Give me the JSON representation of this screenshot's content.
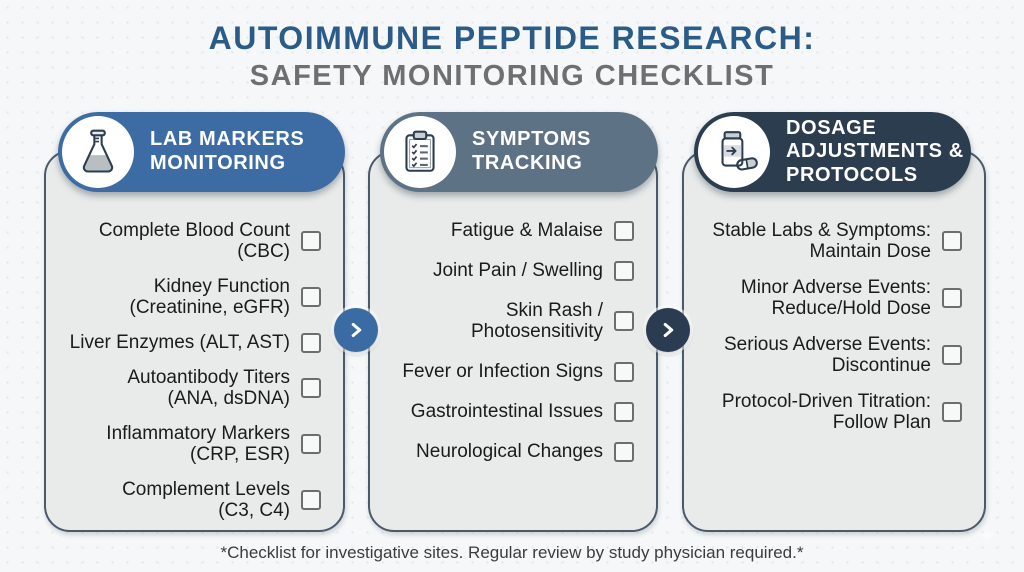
{
  "title": {
    "line1": "AUTOIMMUNE PEPTIDE RESEARCH:",
    "line2": "SAFETY MONITORING CHECKLIST"
  },
  "columns": [
    {
      "header": {
        "label": "LAB MARKERS MONITORING",
        "icon": "flask-icon",
        "color": "#3d6ca4"
      },
      "items": [
        {
          "line1": "Complete Blood Count (CBC)",
          "line2": ""
        },
        {
          "line1": "Kidney Function",
          "line2": "(Creatinine, eGFR)"
        },
        {
          "line1": "Liver Enzymes (ALT, AST)",
          "line2": ""
        },
        {
          "line1": "Autoantibody Titers",
          "line2": "(ANA, dsDNA)"
        },
        {
          "line1": "Inflammatory Markers",
          "line2": "(CRP, ESR)"
        },
        {
          "line1": "Complement Levels",
          "line2": "(C3, C4)"
        }
      ]
    },
    {
      "header": {
        "label": "SYMPTOMS TRACKING",
        "icon": "clipboard-icon",
        "color": "#5e7286"
      },
      "items": [
        {
          "line1": "Fatigue & Malaise",
          "line2": ""
        },
        {
          "line1": "Joint Pain / Swelling",
          "line2": ""
        },
        {
          "line1": "Skin Rash / Photosensitivity",
          "line2": ""
        },
        {
          "line1": "Fever or Infection Signs",
          "line2": ""
        },
        {
          "line1": "Gastrointestinal Issues",
          "line2": ""
        },
        {
          "line1": "Neurological Changes",
          "line2": ""
        }
      ]
    },
    {
      "header": {
        "label": "DOSAGE ADJUSTMENTS & PROTOCOLS",
        "icon": "pill-bottle-icon",
        "color": "#2c3d50"
      },
      "items": [
        {
          "line1": "Stable Labs & Symptoms:",
          "line2": "Maintain Dose"
        },
        {
          "line1": "Minor Adverse Events:",
          "line2": "Reduce/Hold Dose"
        },
        {
          "line1": "Serious Adverse Events:",
          "line2": "Discontinue"
        },
        {
          "line1": "Protocol-Driven Titration:",
          "line2": "Follow Plan"
        }
      ]
    }
  ],
  "arrows": [
    {
      "icon": "chevron-right-icon",
      "color": "#3a6ba3"
    },
    {
      "icon": "chevron-right-icon",
      "color": "#2b3c52"
    }
  ],
  "footer": "*Checklist for investigative sites. Regular review by study physician required.*",
  "palette": {
    "background": "#f5f7f8",
    "card_fill": "#e9ebea",
    "card_border": "#4a5a6b",
    "title_primary": "#2b5c88",
    "title_secondary": "#6f6f6f",
    "item_text": "#1b1b1b",
    "checkbox_border": "#6d6d6d"
  }
}
